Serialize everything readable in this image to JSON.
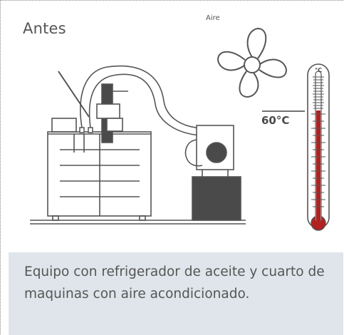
{
  "title": "Antes",
  "fan_label": "Aire",
  "temperature_label": "60°C",
  "thermometer_unit": "°C",
  "caption": "Equipo con refrigerador de aceite y cuarto de maquinas con aire acondicionado.",
  "colors": {
    "stroke": "#555555",
    "dark_block": "#4a4a4a",
    "mercury": "#b3201f",
    "caption_bg": "#dfe5ea"
  }
}
